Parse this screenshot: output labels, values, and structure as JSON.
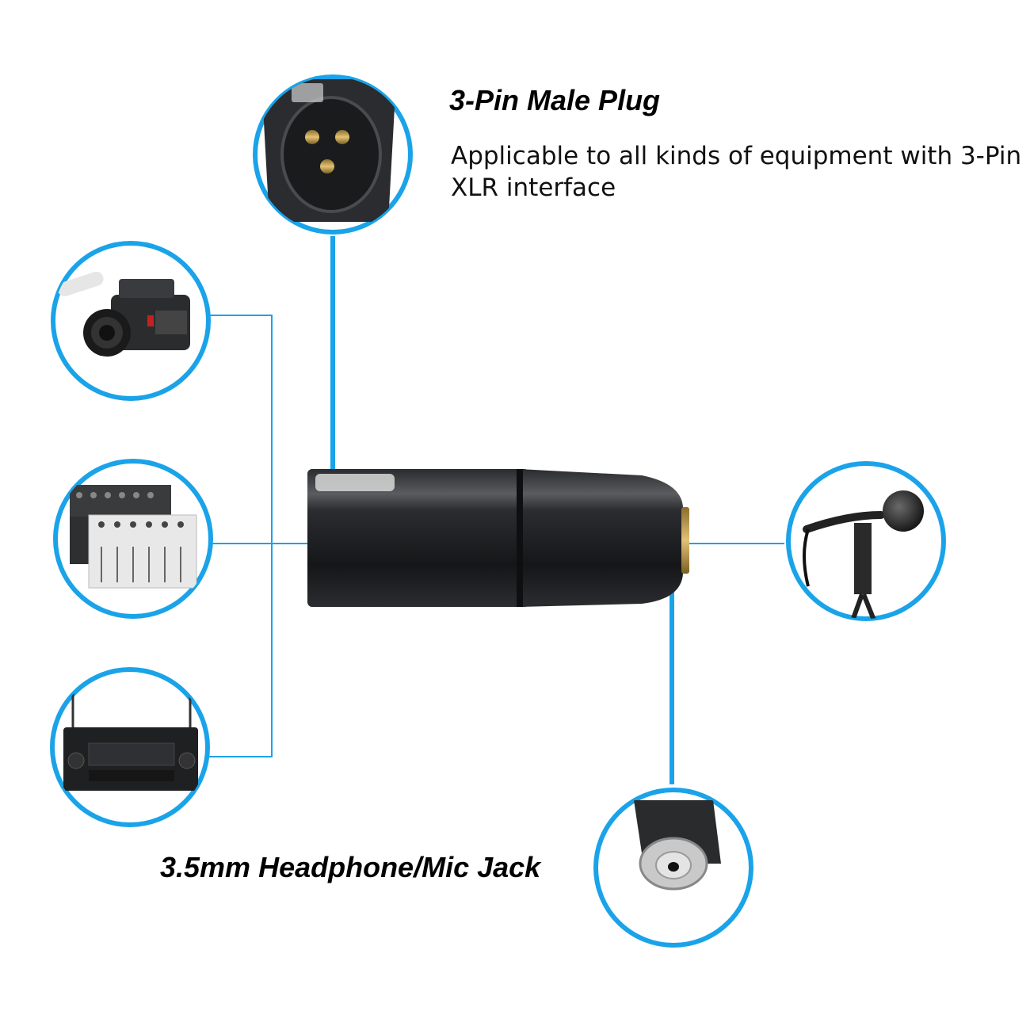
{
  "plug": {
    "title": "3-Pin Male Plug",
    "description": "Applicable to all kinds of equipment with 3-Pin XLR interface"
  },
  "jack": {
    "title": "3.5mm Headphone/Mic Jack"
  },
  "device_icons": [
    "camcorder-icon",
    "audio-mixer-icon",
    "av-receiver-icon",
    "microphone-icon",
    "xlr-plug-closeup-icon",
    "audio-jack-closeup-icon"
  ],
  "colors": {
    "accent": "#1aa3e8",
    "connector_body": "#1e1f21",
    "gold": "#c9a24a"
  }
}
